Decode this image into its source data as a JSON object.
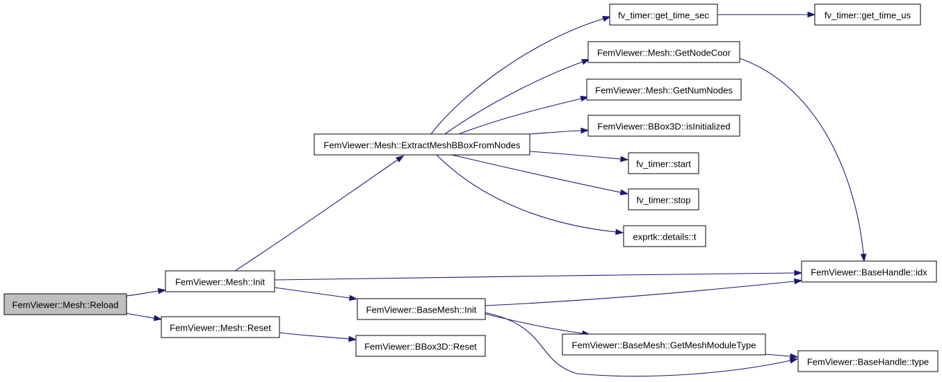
{
  "nodes": [
    {
      "id": "reload",
      "label": "FemViewer::Mesh::Reload",
      "root": true
    },
    {
      "id": "mesh_init",
      "label": "FemViewer::Mesh::Init"
    },
    {
      "id": "mesh_reset",
      "label": "FemViewer::Mesh::Reset"
    },
    {
      "id": "extract",
      "label": "FemViewer::Mesh::ExtractMeshBBoxFromNodes"
    },
    {
      "id": "basemesh_init",
      "label": "FemViewer::BaseMesh::Init"
    },
    {
      "id": "bbox_reset",
      "label": "FemViewer::BBox3D::Reset"
    },
    {
      "id": "get_time_sec",
      "label": "fv_timer::get_time_sec"
    },
    {
      "id": "get_node_coor",
      "label": "FemViewer::Mesh::GetNodeCoor"
    },
    {
      "id": "get_num_nodes",
      "label": "FemViewer::Mesh::GetNumNodes"
    },
    {
      "id": "bbox_isinit",
      "label": "FemViewer::BBox3D::isInitialized"
    },
    {
      "id": "timer_start",
      "label": "fv_timer::start"
    },
    {
      "id": "timer_stop",
      "label": "fv_timer::stop"
    },
    {
      "id": "exprtk_t",
      "label": "exprtk::details::t"
    },
    {
      "id": "get_mesh_module_type",
      "label": "FemViewer::BaseMesh::GetMeshModuleType"
    },
    {
      "id": "get_time_us",
      "label": "fv_timer::get_time_us"
    },
    {
      "id": "basehandle_idx",
      "label": "FemViewer::BaseHandle::idx"
    },
    {
      "id": "basehandle_type",
      "label": "FemViewer::BaseHandle::type"
    }
  ],
  "edges": [
    {
      "from": "reload",
      "to": "mesh_init"
    },
    {
      "from": "reload",
      "to": "mesh_reset"
    },
    {
      "from": "mesh_init",
      "to": "extract"
    },
    {
      "from": "mesh_init",
      "to": "basehandle_idx"
    },
    {
      "from": "mesh_init",
      "to": "basemesh_init"
    },
    {
      "from": "mesh_reset",
      "to": "bbox_reset"
    },
    {
      "from": "extract",
      "to": "get_time_sec"
    },
    {
      "from": "extract",
      "to": "get_node_coor"
    },
    {
      "from": "extract",
      "to": "get_num_nodes"
    },
    {
      "from": "extract",
      "to": "bbox_isinit"
    },
    {
      "from": "extract",
      "to": "timer_start"
    },
    {
      "from": "extract",
      "to": "timer_stop"
    },
    {
      "from": "extract",
      "to": "exprtk_t"
    },
    {
      "from": "get_time_sec",
      "to": "get_time_us"
    },
    {
      "from": "get_node_coor",
      "to": "basehandle_idx"
    },
    {
      "from": "basemesh_init",
      "to": "basehandle_idx"
    },
    {
      "from": "basemesh_init",
      "to": "get_mesh_module_type"
    },
    {
      "from": "basemesh_init",
      "to": "basehandle_type"
    },
    {
      "from": "get_mesh_module_type",
      "to": "basehandle_type"
    }
  ],
  "colors": {
    "edge": "#191970",
    "root_fill": "#bfbfbf",
    "node_fill": "#ffffff",
    "node_border": "#000000"
  }
}
